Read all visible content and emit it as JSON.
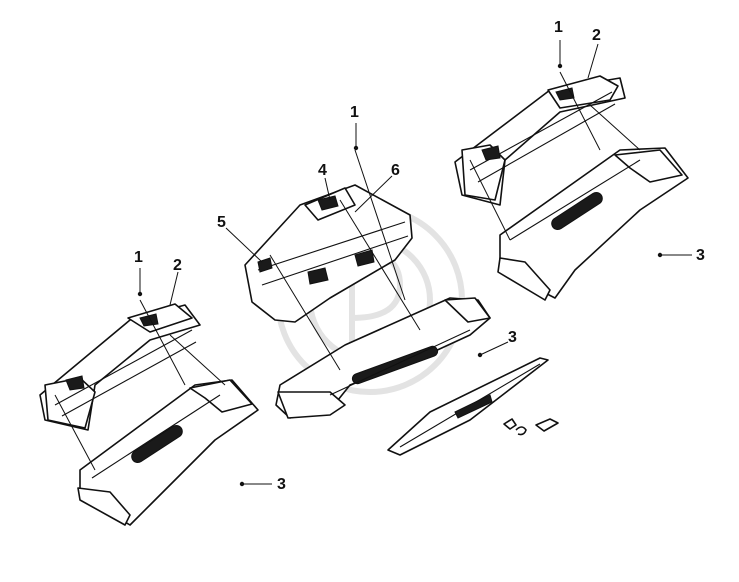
{
  "diagram": {
    "callouts": [
      {
        "id": "a1",
        "label": "1"
      },
      {
        "id": "a2",
        "label": "2"
      },
      {
        "id": "a3",
        "label": "3"
      },
      {
        "id": "b1",
        "label": "1"
      },
      {
        "id": "b4",
        "label": "4"
      },
      {
        "id": "b6",
        "label": "6"
      },
      {
        "id": "b5",
        "label": "5"
      },
      {
        "id": "b3",
        "label": "3"
      },
      {
        "id": "c1",
        "label": "1"
      },
      {
        "id": "c2",
        "label": "2"
      },
      {
        "id": "c3",
        "label": "3"
      }
    ],
    "colors": {
      "line": "#111111",
      "background": "#ffffff",
      "watermark": "#e3e3e3"
    }
  }
}
